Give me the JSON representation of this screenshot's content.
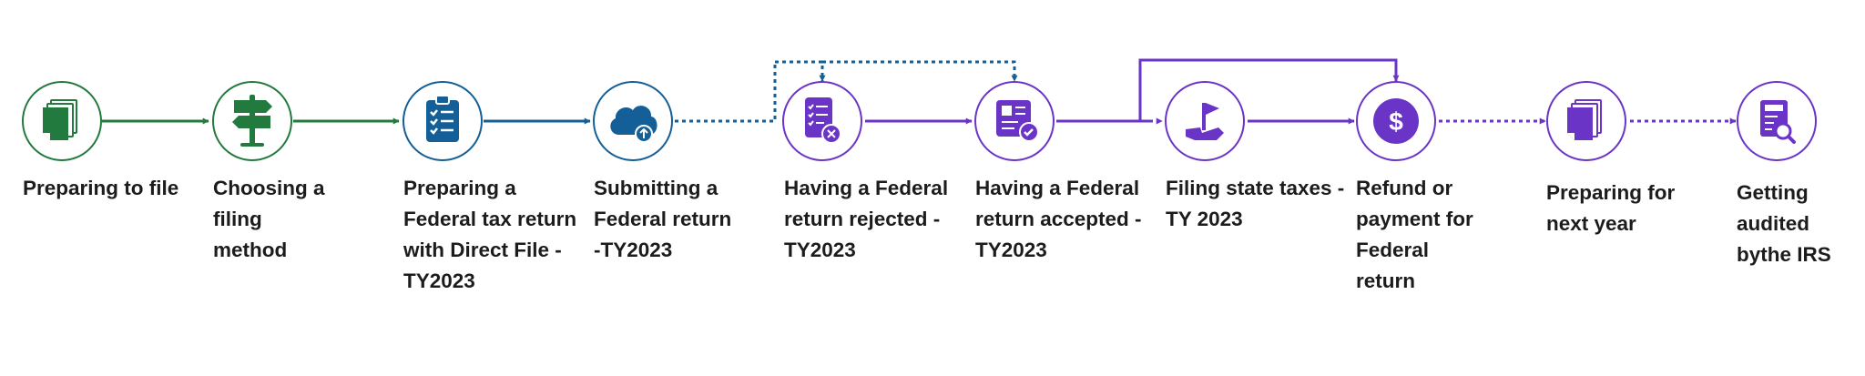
{
  "colors": {
    "green": "#227a3f",
    "blue": "#145f97",
    "purple": "#6a35c6"
  },
  "steps": [
    {
      "label": "Preparing to file",
      "icon": "stacked-documents-icon",
      "color": "green"
    },
    {
      "label": "Choosing a\nfiling\nmethod",
      "icon": "signpost-icon",
      "color": "green"
    },
    {
      "label": "Preparing a\nFederal tax return\nwith Direct File -\nTY2023",
      "icon": "clipboard-checklist-icon",
      "color": "blue"
    },
    {
      "label": "Submitting a\nFederal return\n-TY2023",
      "icon": "cloud-upload-icon",
      "color": "blue"
    },
    {
      "label": "Having a Federal\nreturn rejected -\nTY2023",
      "icon": "rejected-document-icon",
      "color": "purple"
    },
    {
      "label": "Having a Federal\nreturn accepted -\nTY2023",
      "icon": "accepted-document-icon",
      "color": "purple"
    },
    {
      "label": "Filing state taxes -\nTY 2023",
      "icon": "state-flag-icon",
      "color": "purple"
    },
    {
      "label": "Refund or\npayment for\nFederal\nreturn",
      "icon": "dollar-icon",
      "color": "purple"
    },
    {
      "label": "Preparing for\nnext year",
      "icon": "stacked-documents-icon",
      "color": "purple"
    },
    {
      "label": "Getting\naudited\nbythe IRS",
      "icon": "audit-magnifier-icon",
      "color": "purple"
    }
  ]
}
